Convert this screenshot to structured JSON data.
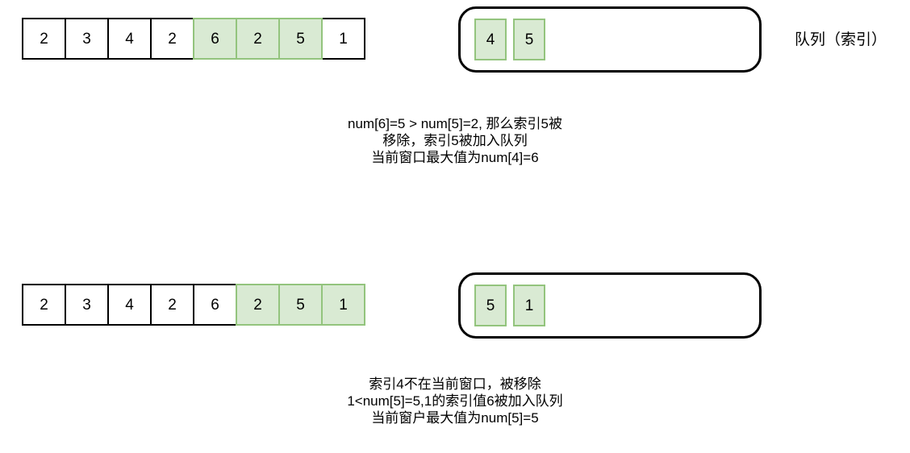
{
  "diagram": {
    "side_label": "队列（索引）",
    "steps": [
      {
        "name": "step-1",
        "array": {
          "values": [
            "2",
            "3",
            "4",
            "2",
            "6",
            "2",
            "5",
            "1"
          ],
          "highlighted": [
            false,
            false,
            false,
            false,
            true,
            true,
            true,
            false
          ]
        },
        "queue": {
          "values": [
            "4",
            "5"
          ]
        },
        "caption_lines": [
          "num[6]=5  > num[5]=2, 那么索引5被",
          "移除，索引5被加入队列",
          "当前窗口最大值为num[4]=6"
        ]
      },
      {
        "name": "step-2",
        "array": {
          "values": [
            "2",
            "3",
            "4",
            "2",
            "6",
            "2",
            "5",
            "1"
          ],
          "highlighted": [
            false,
            false,
            false,
            false,
            false,
            true,
            true,
            true
          ]
        },
        "queue": {
          "values": [
            "5",
            "1"
          ]
        },
        "caption_lines": [
          "索引4不在当前窗口，被移除",
          "1<num[5]=5,1的索引值6被加入队列",
          "当前窗户最大值为num[5]=5"
        ]
      }
    ],
    "colors": {
      "highlight_fill": "#d9ead3",
      "highlight_border": "#93c47d",
      "outline": "#000000",
      "background": "#ffffff"
    }
  }
}
